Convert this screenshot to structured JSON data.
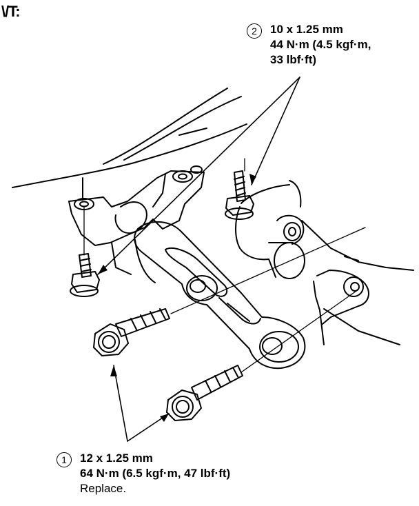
{
  "header": {
    "title": "\\/T:"
  },
  "callouts": [
    {
      "number": "2",
      "lines": [
        "10 x 1.25 mm",
        "44 N·m (4.5 kgf·m,",
        "33 lbf·ft)"
      ]
    },
    {
      "number": "1",
      "lines": [
        "12 x 1.25 mm",
        "64 N·m (6.5 kgf·m, 47 lbf·ft)",
        "Replace."
      ]
    }
  ]
}
